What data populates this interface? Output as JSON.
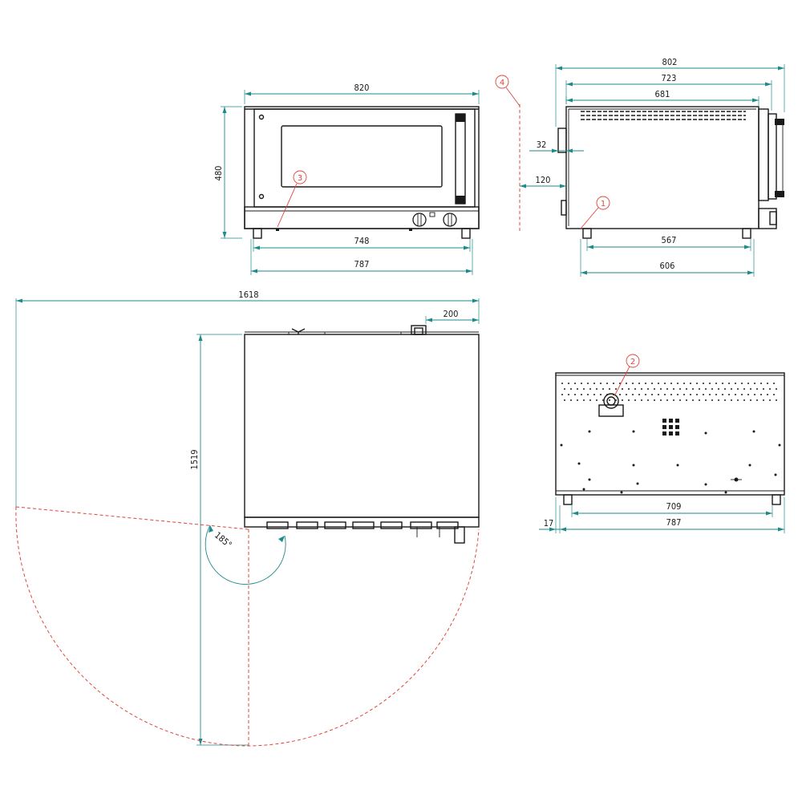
{
  "dimensions": {
    "front_width": "820",
    "front_height": "480",
    "front_inner": "748",
    "front_outer": "787",
    "side_total": "802",
    "side_723": "723",
    "side_681": "681",
    "side_32": "32",
    "side_120": "120",
    "side_567": "567",
    "side_606": "606",
    "top_1618": "1618",
    "top_200": "200",
    "top_1519": "1519",
    "door_angle": "185°",
    "back_709": "709",
    "back_787": "787",
    "back_17": "17"
  },
  "callouts": {
    "c1": "1",
    "c2": "2",
    "c3": "3",
    "c4": "4"
  },
  "colors": {
    "dimension": "#1f8a8a",
    "callout": "#e0453a",
    "outline": "#1a1a1a"
  }
}
